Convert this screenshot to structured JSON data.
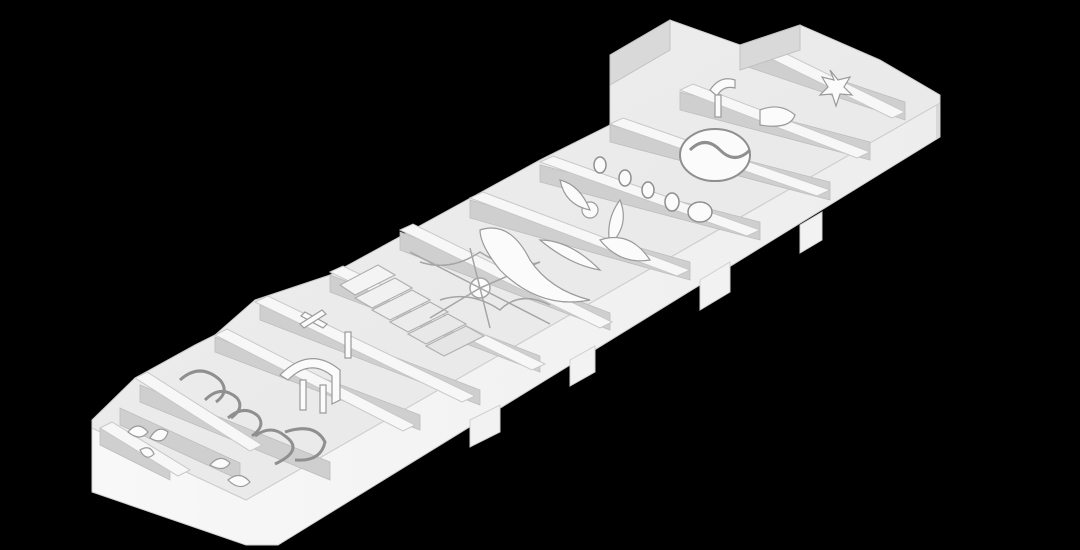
{
  "scene": {
    "subject": "isometric-3d-print-tray",
    "background_color": "#000000",
    "colors": {
      "top": "#e4e4e4",
      "front": "#f6f6f6",
      "side": "#d8d8d8",
      "inner_wall": "#c9c9c9",
      "floor": "#ececec",
      "shadow": "#a9a9a9",
      "raised": "#fbfbfb"
    },
    "compartments": [
      {
        "id": "c1",
        "content": "butterfly-relief"
      },
      {
        "id": "c2",
        "content": "swirl-relief"
      },
      {
        "id": "c3",
        "content": "knot-relief"
      },
      {
        "id": "c4",
        "content": "arch-relief"
      },
      {
        "id": "c5",
        "content": "x-mark-relief"
      },
      {
        "id": "c6",
        "content": "stair-relief"
      },
      {
        "id": "c7",
        "content": "web-relief"
      },
      {
        "id": "c8",
        "content": "bird-relief"
      },
      {
        "id": "c9",
        "content": "flower-relief"
      },
      {
        "id": "c10",
        "content": "bead-row-relief"
      },
      {
        "id": "c11",
        "content": "yin-yang-relief"
      },
      {
        "id": "c12",
        "content": "star-relief"
      }
    ]
  }
}
